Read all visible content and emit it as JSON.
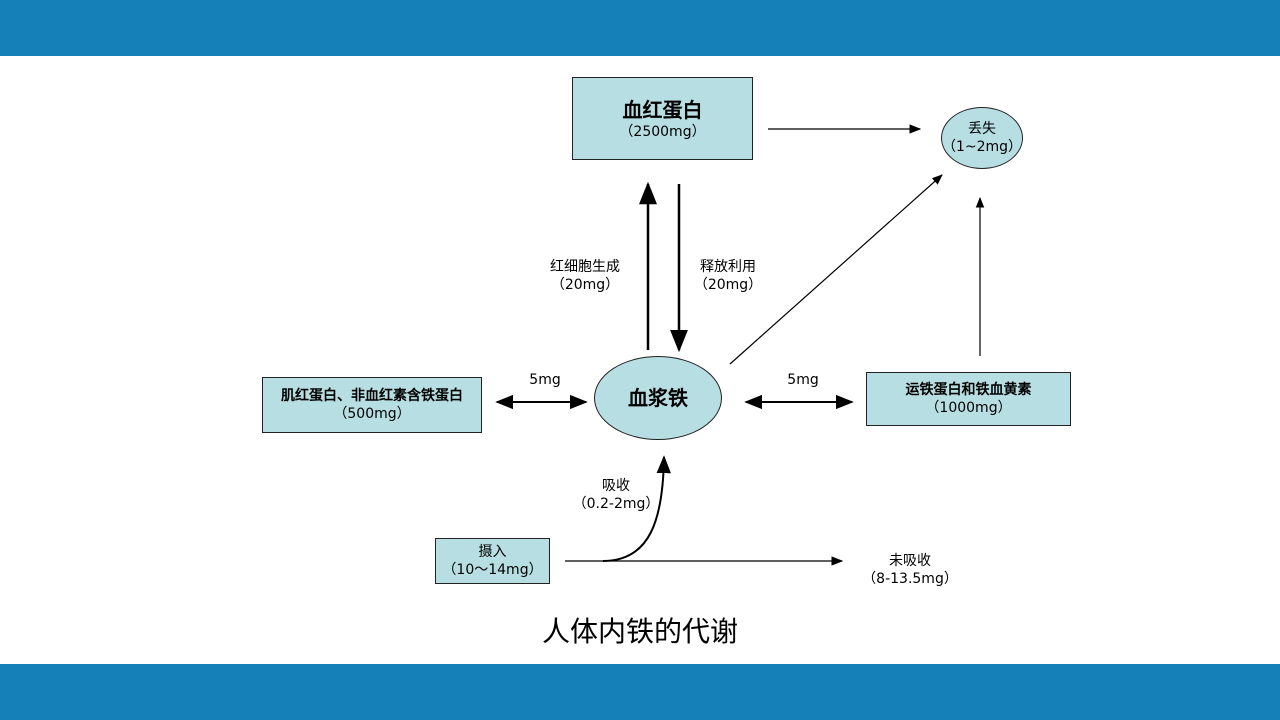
{
  "hemoglobin": {
    "name": "血红蛋白",
    "amount": "（2500mg）"
  },
  "loss": {
    "name": "丢失",
    "amount": "（1~2mg）"
  },
  "erythropoiesis": {
    "name": "红细胞生成",
    "amount": "（20mg）"
  },
  "release": {
    "name": "释放利用",
    "amount": "（20mg）"
  },
  "myoglobin": {
    "name": "肌红蛋白、非血红素含铁蛋白",
    "amount": "（500mg）"
  },
  "plasma_iron": {
    "name": "血浆铁"
  },
  "exchange_left": "5mg",
  "exchange_right": "5mg",
  "transferrin": {
    "name": "运铁蛋白和铁血黄素",
    "amount": "（1000mg）"
  },
  "absorption": {
    "name": "吸收",
    "amount": "（0.2-2mg）"
  },
  "intake": {
    "name": "摄入",
    "amount": "（10〜14mg）"
  },
  "unabsorbed": {
    "name": "未吸收",
    "amount": "（8-13.5mg）"
  },
  "caption": "人体内铁的代谢",
  "colors": {
    "band": "#1580b8",
    "node_fill": "#b7dfe3"
  }
}
